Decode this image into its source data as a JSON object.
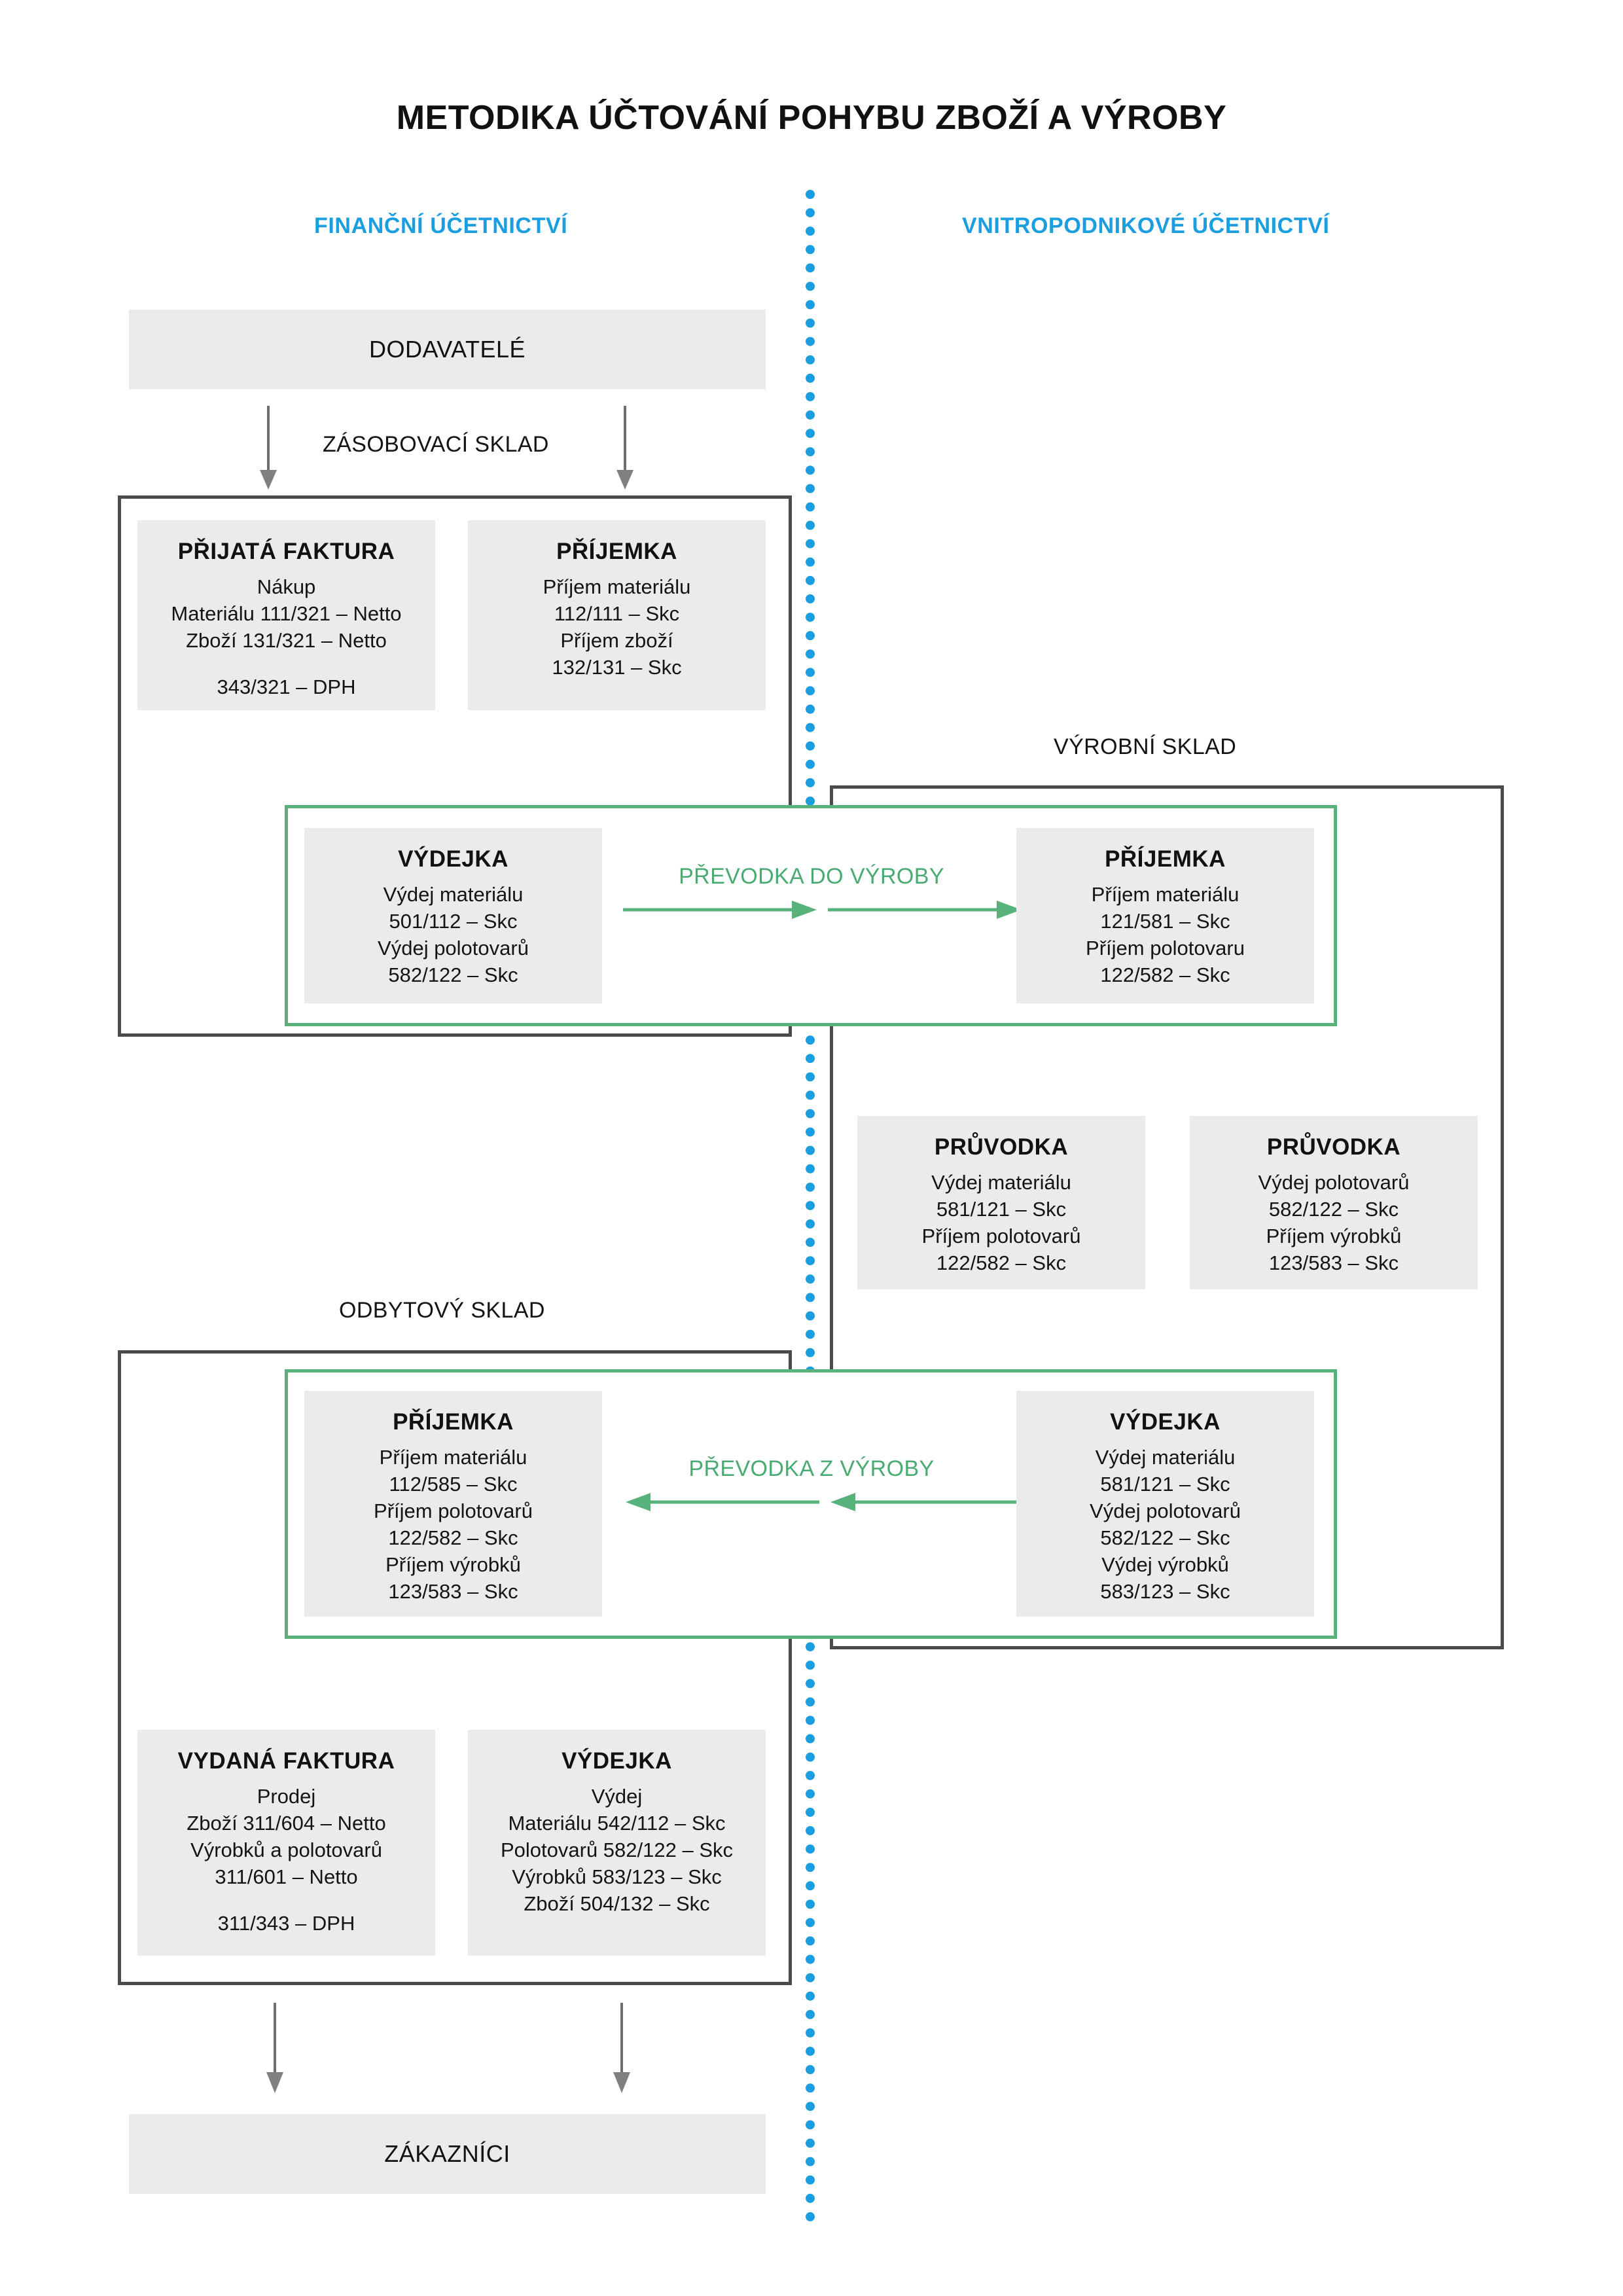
{
  "title": "METODIKA ÚČTOVÁNÍ POHYBU ZBOŽÍ A VÝROBY",
  "columns": {
    "left": "FINANČNÍ ÚČETNICTVÍ",
    "right": "VNITROPODNIKOVÉ ÚČETNICTVÍ"
  },
  "colors": {
    "accent_blue": "#1b9ee0",
    "transfer_green": "#58b27b",
    "frame_grey": "#4b4b4b",
    "card_grey": "#ebebeb",
    "text": "#141414"
  },
  "endpoints": {
    "suppliers": "DODAVATELÉ",
    "customers": "ZÁKAZNÍCI"
  },
  "sections": {
    "supply_warehouse": "ZÁSOBOVACÍ SKLAD",
    "production_warehouse": "VÝROBNÍ SKLAD",
    "sales_warehouse": "ODBYTOVÝ SKLAD"
  },
  "transfers": {
    "to_production": "PŘEVODKA  DO VÝROBY",
    "from_production": "PŘEVODKA  Z VÝROBY"
  },
  "cards": {
    "received_invoice": {
      "heading": "PŘIJATÁ FAKTURA",
      "lines": [
        "Nákup",
        "Materiálu 111/321 – Netto",
        "Zboží 131/321 – Netto"
      ],
      "lines2": [
        "343/321 – DPH"
      ]
    },
    "receipt_supply": {
      "heading": "PŘÍJEMKA",
      "lines": [
        "Příjem materiálu",
        "112/111 – Skc",
        "Příjem zboží",
        "132/131 – Skc"
      ],
      "lines2": []
    },
    "issue_to_production": {
      "heading": "VÝDEJKA",
      "lines": [
        "Výdej materiálu",
        "501/112 – Skc",
        "Výdej polotovarů",
        "582/122 – Skc"
      ],
      "lines2": []
    },
    "receipt_production": {
      "heading": "PŘÍJEMKA",
      "lines": [
        "Příjem materiálu",
        "121/581 – Skc",
        "Příjem polotovaru",
        "122/582 – Skc"
      ],
      "lines2": []
    },
    "routing_material": {
      "heading": "PRŮVODKA",
      "lines": [
        "Výdej materiálu",
        "581/121 – Skc",
        "Příjem polotovarů",
        "122/582 – Skc"
      ],
      "lines2": []
    },
    "routing_semifinished": {
      "heading": "PRŮVODKA",
      "lines": [
        "Výdej polotovarů",
        "582/122 – Skc",
        "Příjem výrobků",
        "123/583 – Skc"
      ],
      "lines2": []
    },
    "receipt_sales": {
      "heading": "PŘÍJEMKA",
      "lines": [
        "Příjem materiálu",
        "112/585 – Skc",
        "Příjem polotovarů",
        "122/582 – Skc",
        "Příjem výrobků",
        "123/583 – Skc"
      ],
      "lines2": []
    },
    "issue_from_production": {
      "heading": "VÝDEJKA",
      "lines": [
        "Výdej materiálu",
        "581/121 – Skc",
        "Výdej polotovarů",
        "582/122 – Skc",
        "Výdej výrobků",
        "583/123 – Skc"
      ],
      "lines2": []
    },
    "issued_invoice": {
      "heading": "VYDANÁ FAKTURA",
      "lines": [
        "Prodej",
        "Zboží 311/604 – Netto",
        "Výrobků a polotovarů",
        "311/601 – Netto"
      ],
      "lines2": [
        "311/343 – DPH"
      ]
    },
    "issue_sales": {
      "heading": "VÝDEJKA",
      "lines": [
        "Výdej",
        "Materiálu 542/112 – Skc",
        "Polotovarů 582/122 – Skc",
        "Výrobků 583/123 – Skc",
        "Zboží 504/132 – Skc"
      ],
      "lines2": []
    }
  }
}
